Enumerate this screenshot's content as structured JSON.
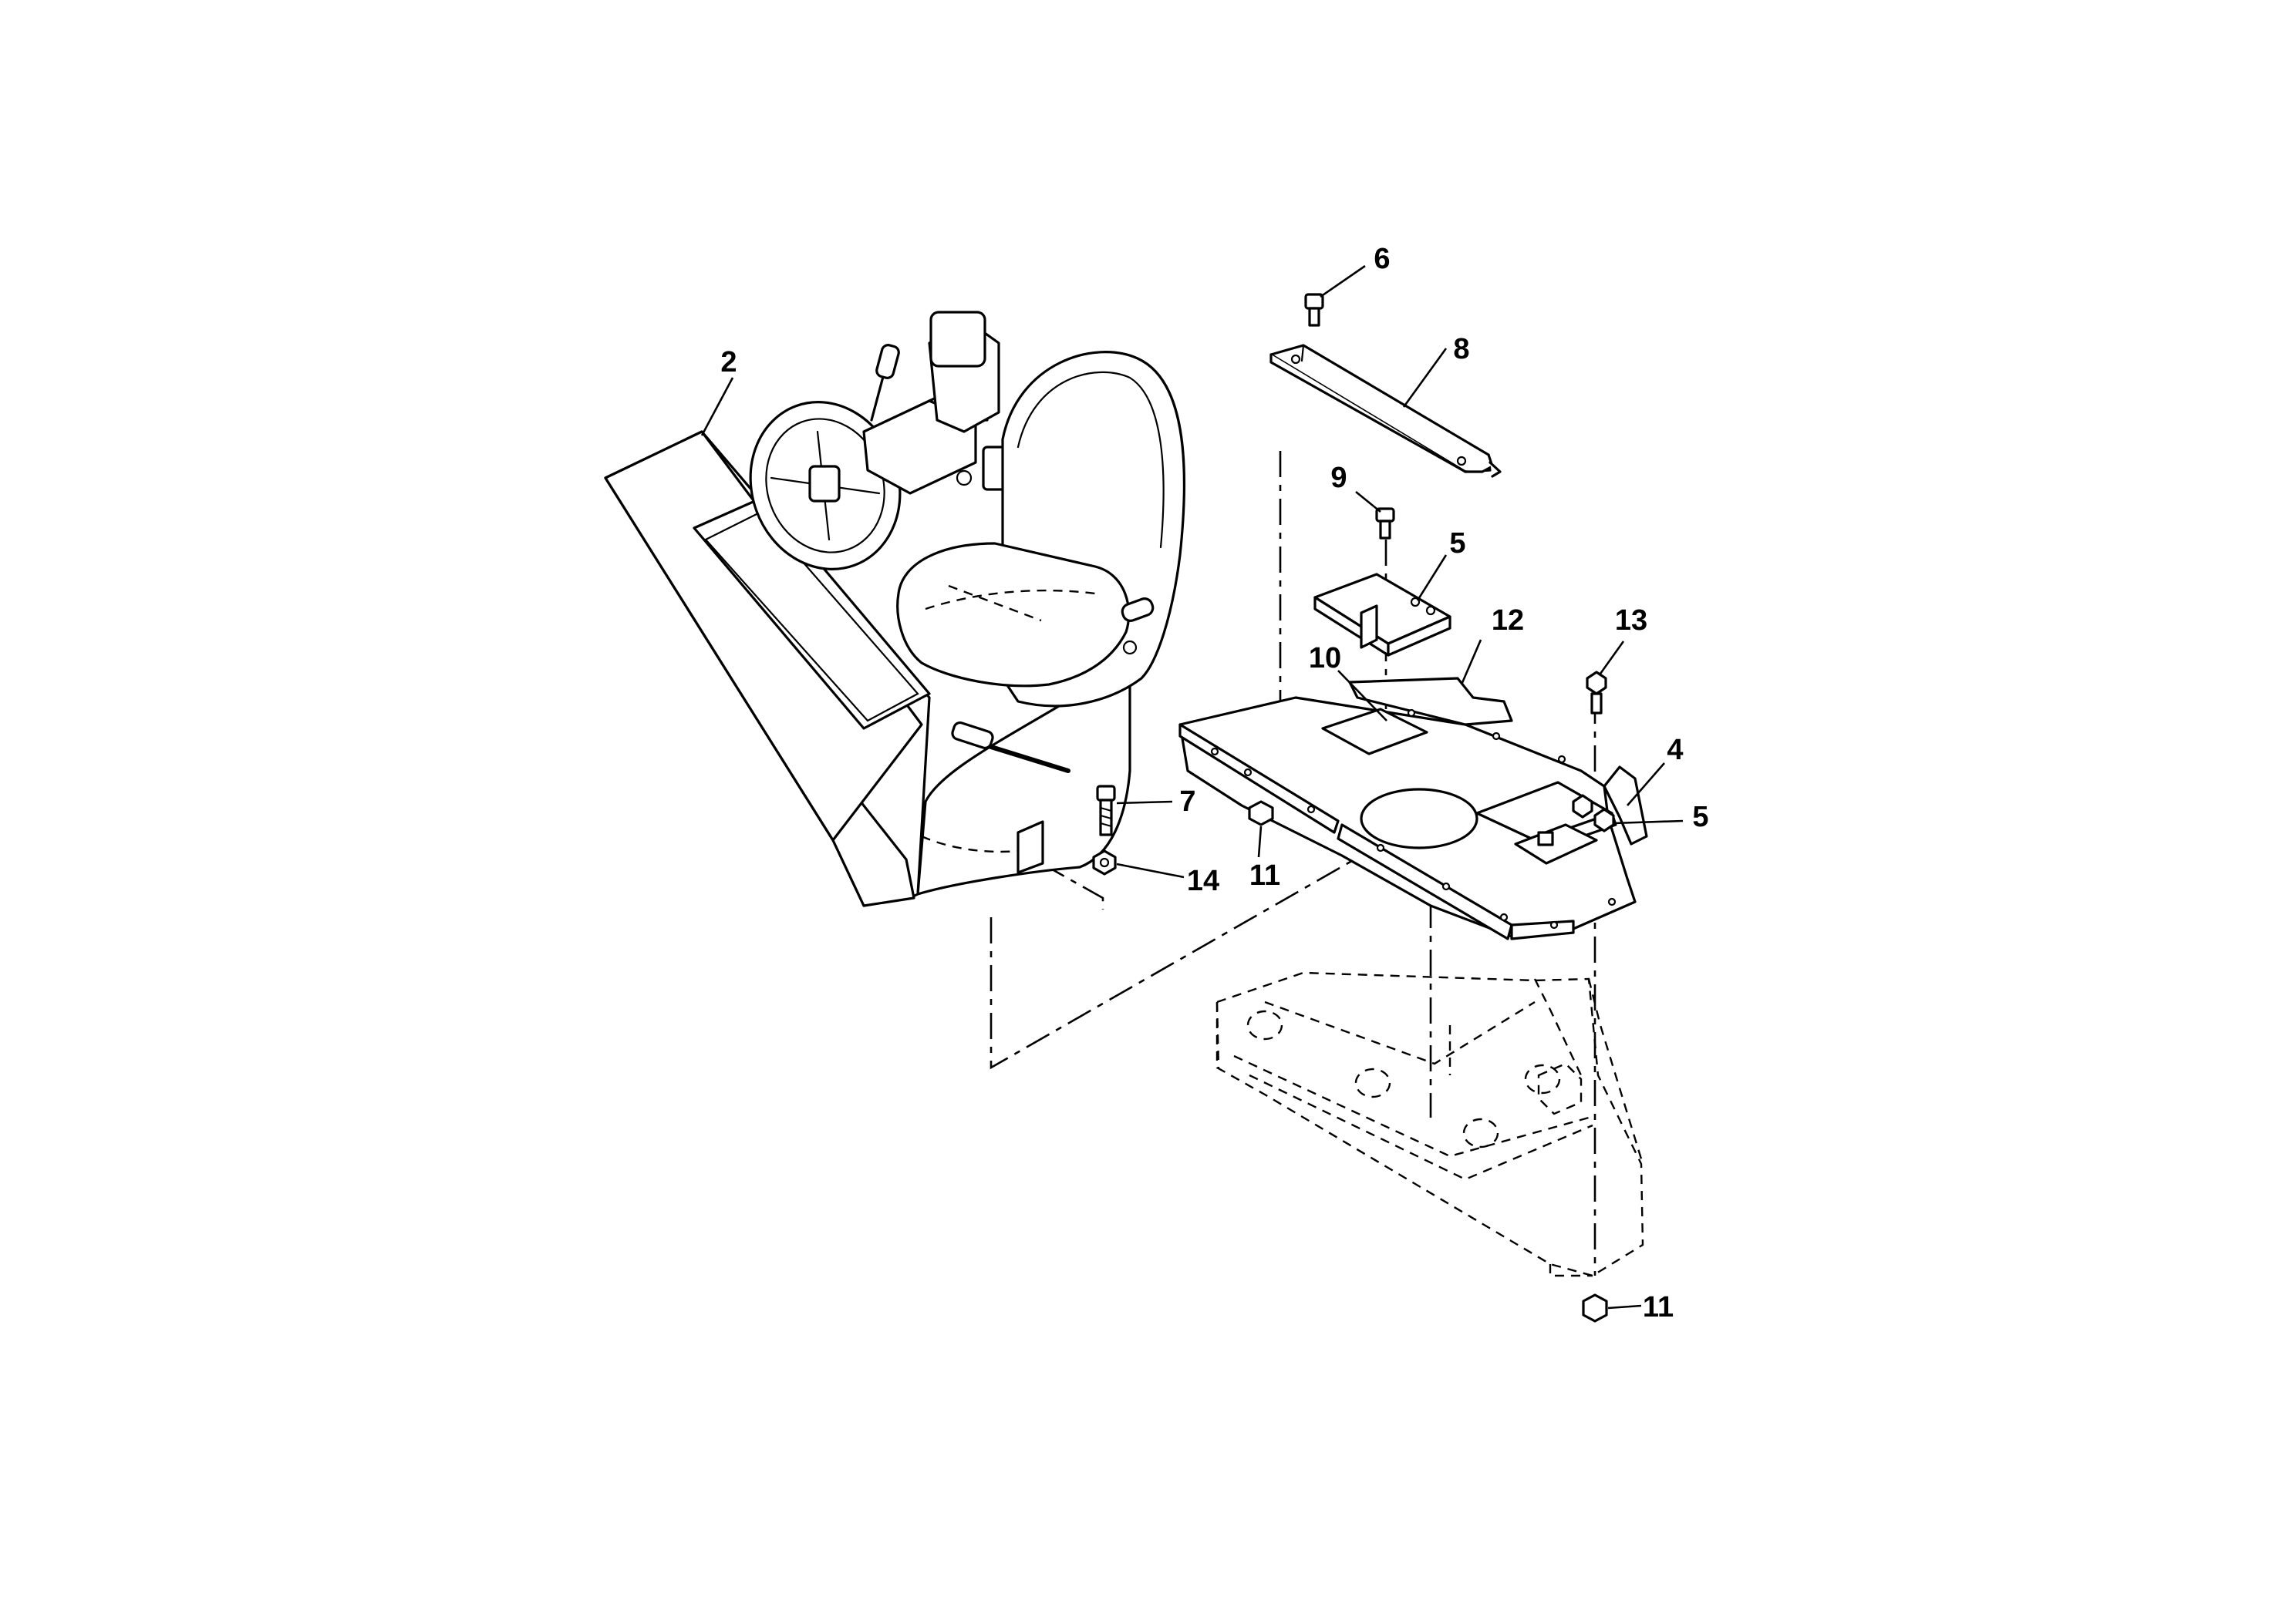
{
  "callouts": {
    "c2": "2",
    "c4": "4",
    "c5a": "5",
    "c5b": "5",
    "c6": "6",
    "c7": "7",
    "c8": "8",
    "c9": "9",
    "c10": "10",
    "c11a": "11",
    "c11b": "11",
    "c12": "12",
    "c13": "13",
    "c14": "14"
  },
  "colors": {
    "ink": "#000000",
    "paper": "#ffffff"
  }
}
